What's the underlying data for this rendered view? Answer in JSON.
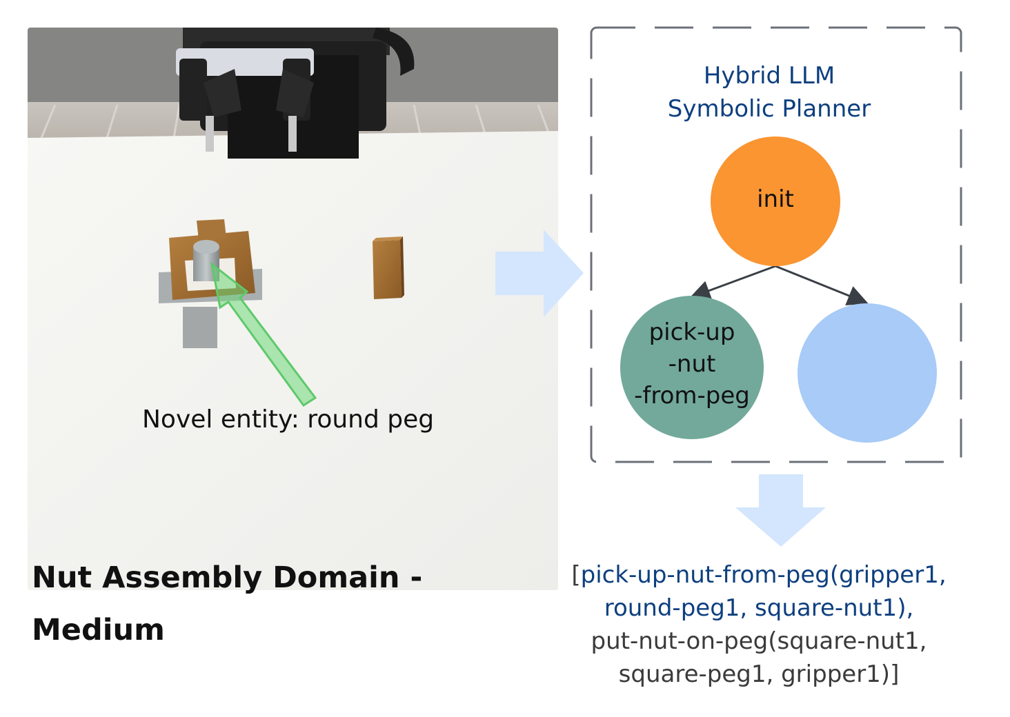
{
  "scene": {
    "annotation": "Novel entity: round peg"
  },
  "title": {
    "line1": "Nut Assembly Domain -",
    "line2": "Medium"
  },
  "planner": {
    "title_line1": "Hybrid LLM",
    "title_line2": "Symbolic Planner",
    "nodes": {
      "root": {
        "label": "init",
        "color": "#fa9531"
      },
      "left": {
        "label_line1": "pick-up",
        "label_line2": "-nut",
        "label_line3": "-from-peg",
        "color": "#72a99a"
      },
      "right": {
        "label": "",
        "color": "#a8cbf7"
      }
    }
  },
  "plan_output": {
    "line1_open": "[",
    "line1": "pick-up-nut-from-peg(gripper1,",
    "line2": "round-peg1, square-nut1),",
    "line3": "put-nut-on-peg(square-nut1,",
    "line4": "square-peg1, gripper1)]"
  },
  "colors": {
    "arrow_fill": "#d3e6fd",
    "highlight_arrow": "#6fd97a",
    "box_border": "#6b7078",
    "text_blue": "#0d3f7f"
  }
}
